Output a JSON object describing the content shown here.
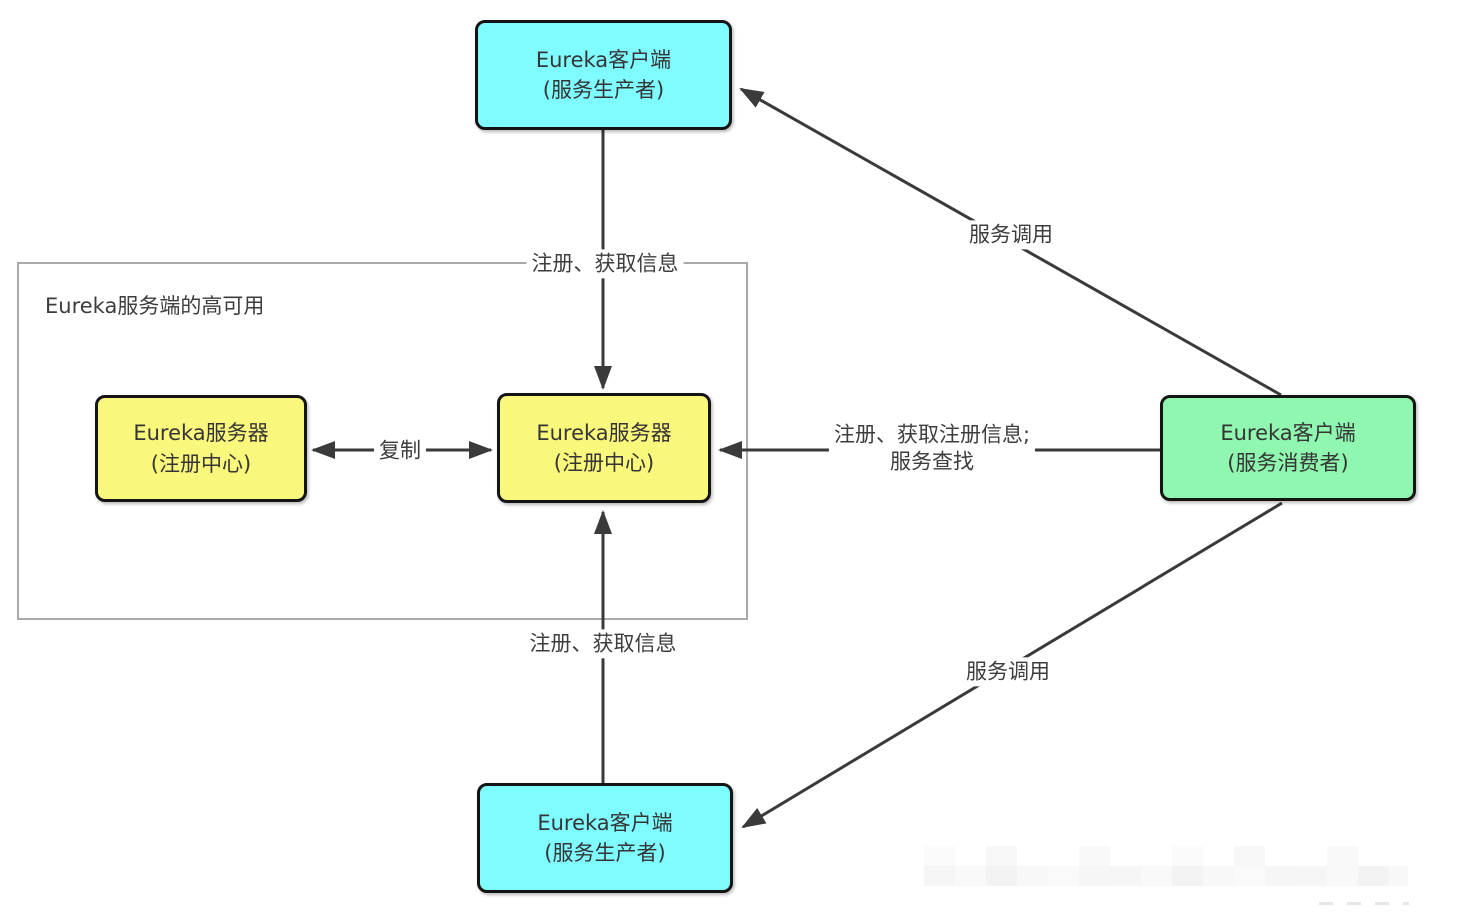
{
  "nodes": {
    "producer_top": {
      "name": "Eureka客户端",
      "role": "(服务生产者)"
    },
    "server_left": {
      "name": "Eureka服务器",
      "role": "(注册中心)"
    },
    "server_center": {
      "name": "Eureka服务器",
      "role": "(注册中心)"
    },
    "consumer": {
      "name": "Eureka客户端",
      "role": "(服务消费者)"
    },
    "producer_bottom": {
      "name": "Eureka客户端",
      "role": "(服务生产者)"
    }
  },
  "group": {
    "label": "Eureka服务端的高可用"
  },
  "edges": {
    "register_top": {
      "label": "注册、获取信息"
    },
    "register_bottom": {
      "label": "注册、获取信息"
    },
    "replicate": {
      "label": "复制"
    },
    "consumer_register": {
      "label_line1": "注册、获取注册信息;",
      "label_line2": "服务查找"
    },
    "service_call_top": {
      "label": "服务调用"
    },
    "service_call_bottom": {
      "label": "服务调用"
    }
  },
  "colors": {
    "producer_fill": "#7ffcff",
    "server_fill": "#faf77d",
    "consumer_fill": "#8ff7af",
    "node_border": "#141414",
    "arrow": "#3a3a3a",
    "group_border": "#a9a9a9",
    "text": "#3d3d3d",
    "background": "#ffffff"
  }
}
